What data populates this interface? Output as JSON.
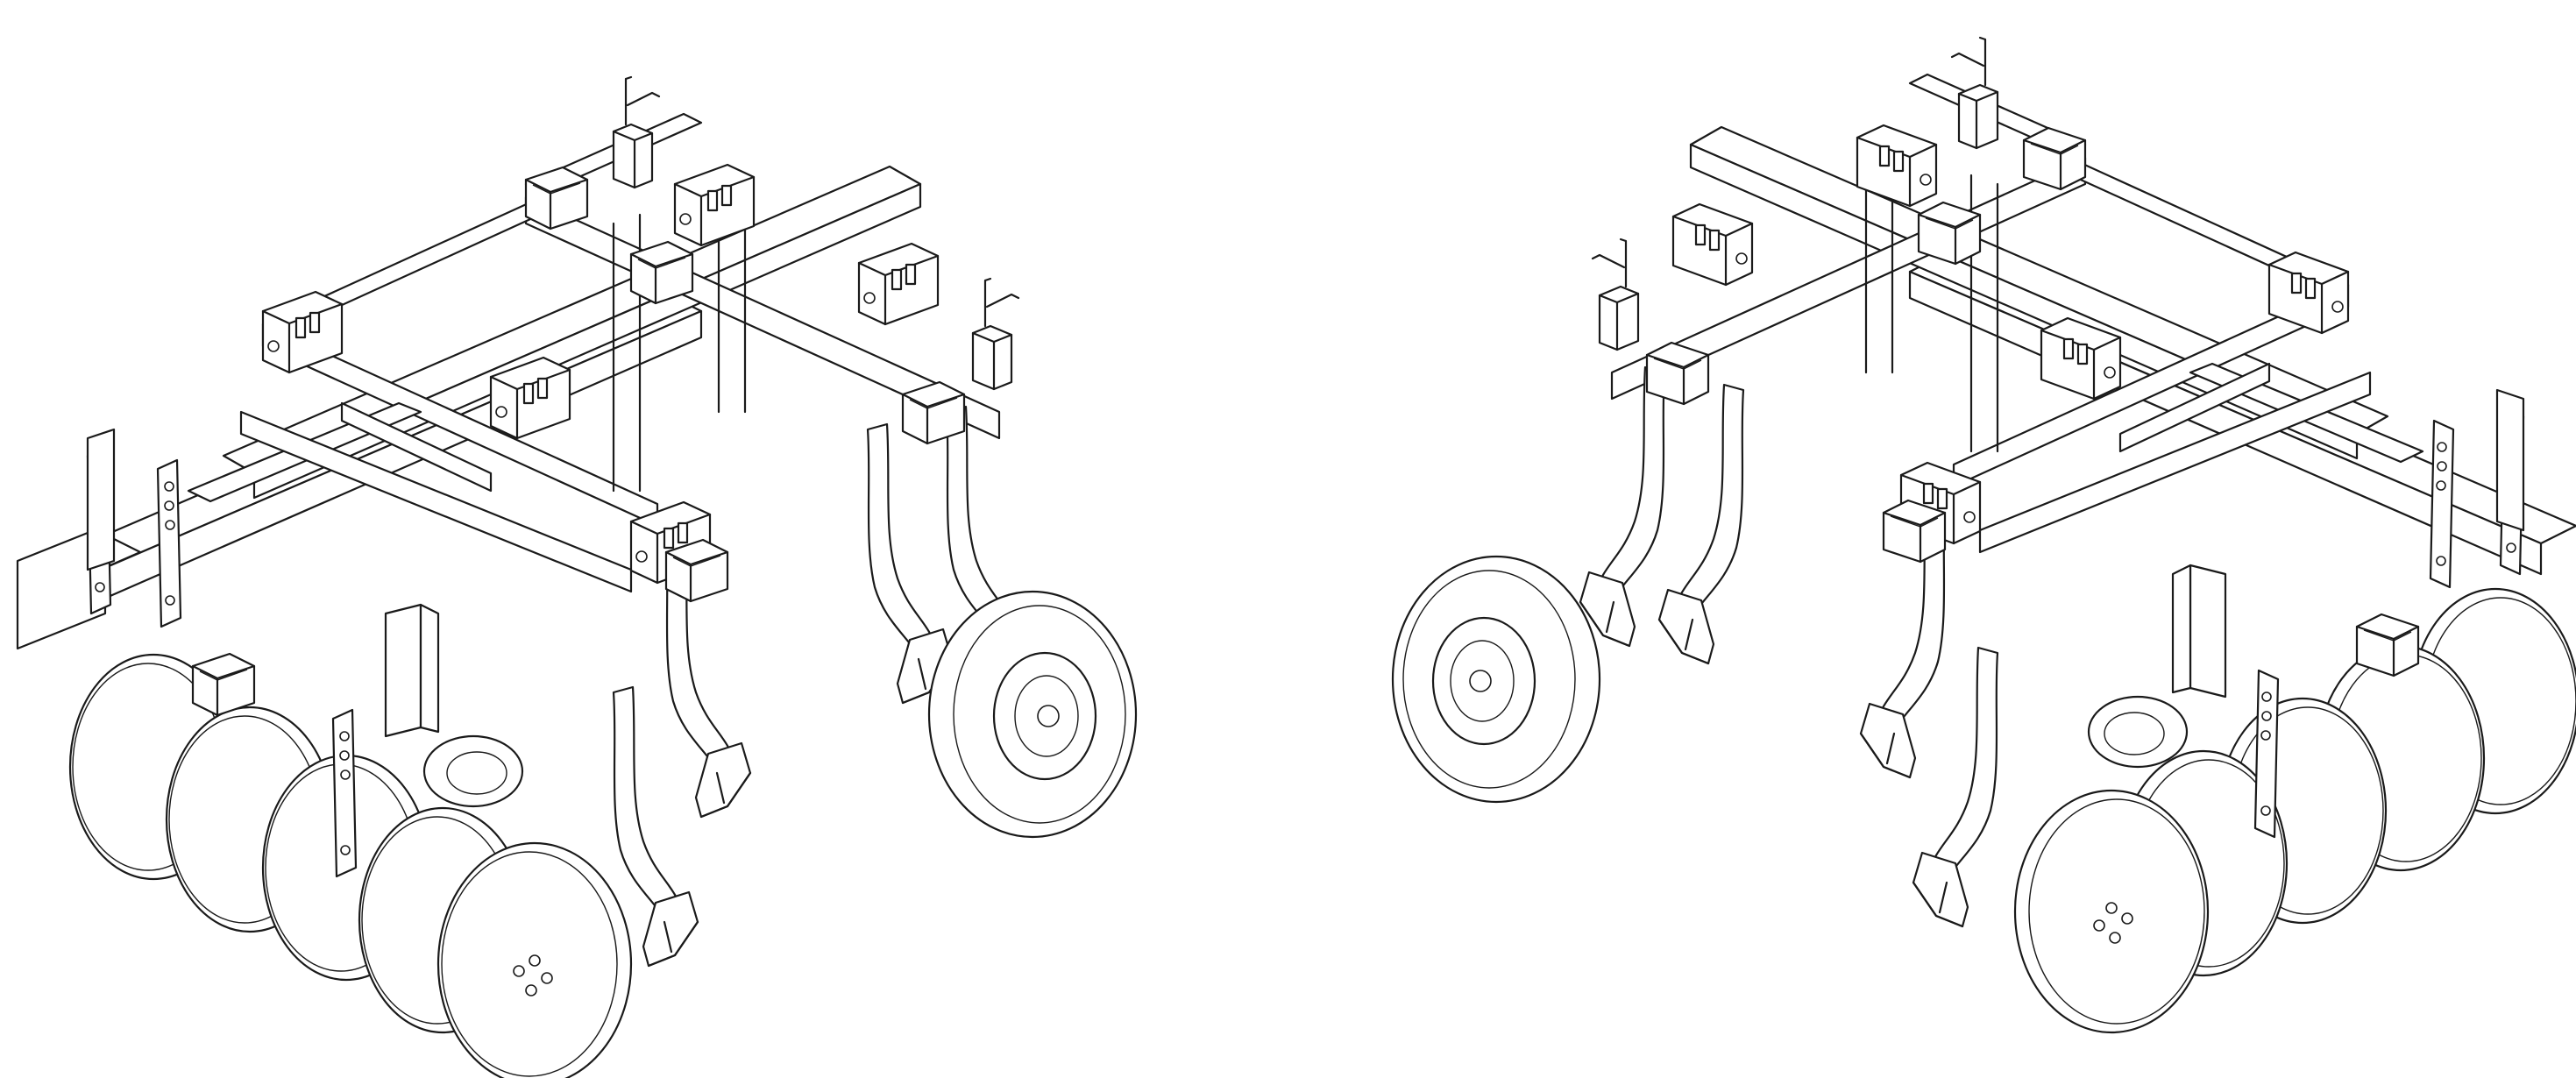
{
  "figure": {
    "views": [
      {
        "id": "view-left",
        "wheel_side": "right",
        "discs": 5,
        "shanks": 4
      },
      {
        "id": "view-right",
        "wheel_side": "left",
        "discs": 5,
        "shanks": 4
      }
    ],
    "line_color": "#1a1a1a",
    "background": "#ffffff"
  }
}
